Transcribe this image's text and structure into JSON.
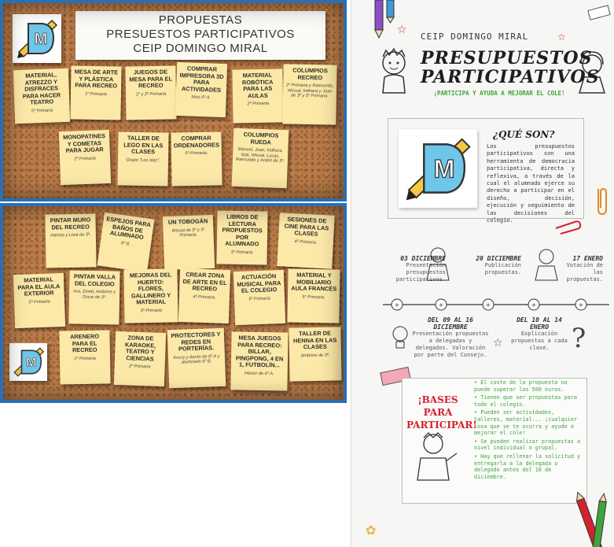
{
  "board1": {
    "title_lines": [
      "PROPUESTAS",
      "PRESUESTOS PARTICIPATIVOS",
      "CEIP DOMINGO MIRAL"
    ],
    "logo_letter": "M",
    "notes": [
      {
        "title": "MATERIAL, ATREZZO Y DISFRACES PARA HACER TEATRO",
        "sub": "5º Primaria"
      },
      {
        "title": "MESA DE ARTE Y PLÁSTICA PARA RECREO",
        "sub": "1º Primaria"
      },
      {
        "title": "JUEGOS DE MESA PARA EL RECREO",
        "sub": "1º y 2º Primaria"
      },
      {
        "title": "COMPRAR IMPRESORA 3D PARA ACTIVIDADES",
        "sub": "Nico 6º A."
      },
      {
        "title": "MATERIAL ROBÓTICA PARA LAS AULAS",
        "sub": "2º Primaria"
      },
      {
        "title": "COLUMPIOS RECREO",
        "sub": "2º Primaria y Raimundo, Wissal, Indhara y Joan de 3º y 5º Primaria."
      },
      {
        "title": "MONOPATINES Y COMETAS PARA JUGAR",
        "sub": "2º Primaria"
      },
      {
        "title": "TALLER DE LEGO EN LAS CLASES",
        "sub": "Grupo \"Los olas\"."
      },
      {
        "title": "COMPRAR ORDENADORES",
        "sub": "5º Primaria."
      },
      {
        "title": "COLUMPIOS RUEDA",
        "sub": "Manuel, Joan, Indhora, Noti, Wissal, Lucas, Raimundo y André de 3º."
      }
    ]
  },
  "board2": {
    "logo_letter": "M",
    "notes": [
      {
        "title": "PINTAR MURO DEL RECREO",
        "sub": "Hamza y Livia de 3º."
      },
      {
        "title": "ESPEJOS PARA BAÑOS DE ALUMNADO",
        "sub": "6º B."
      },
      {
        "title": "UN TOBOGÁN",
        "sub": "Wissal de 3º y 5º Primaria."
      },
      {
        "title": "LIBROS DE LECTURA PROPUESTOS POR ALUMNADO",
        "sub": "5º Primaria"
      },
      {
        "title": "SESIONES DE CINE PARA LAS CLASES",
        "sub": "4º Primaria."
      },
      {
        "title": "MATERIAL PARA EL AULA EXTERIOR",
        "sub": "5º Primaria"
      },
      {
        "title": "PINTAR VALLA DEL COLEGIO",
        "sub": "Ara, Zineb, Ambrine y Óscar de 3º."
      },
      {
        "title": "MEJORAS DEL HUERTO: FLORES, GALLINERO Y MATERIAL",
        "sub": "5º Primaria"
      },
      {
        "title": "CREAR ZONA DE ARTE EN EL RECREO",
        "sub": "4º Primaria."
      },
      {
        "title": "ACTUACIÓN MUSICAL PARA EL COLEGIO",
        "sub": "5º Primaria"
      },
      {
        "title": "MATERIAL Y MOBILIARIO AULA FRANCÉS",
        "sub": "5º Primaria."
      },
      {
        "title": "ARENERO PARA EL RECREO",
        "sub": "1º Primaria"
      },
      {
        "title": "ZONA DE KARAOKE, TEATRO Y CIENCIAS",
        "sub": "2º Primaria"
      },
      {
        "title": "PROTECTORES Y REDES EN PORTERÍAS.",
        "sub": "Koury y Aarón de 6º A y alumnado 6º B."
      },
      {
        "title": "MESA JUEGOS PARA RECREO: BILLAR, PINGPONG, 4 EN 1, FUTBOLÍN...",
        "sub": "Héctor de 6º A."
      },
      {
        "title": "TALLER DE HENNA EN LAS CLASES",
        "sub": "Ambrine de 3º."
      }
    ]
  },
  "infographic": {
    "school": "CEIP DOMINGO MIRAL",
    "title_line1": "PRESUPUESTOS",
    "title_line2": "PARTICIPATIVOS",
    "subtitle": "¡PARTICIPA Y AYUDA A MEJORAR EL COLE!",
    "logo_letter": "M",
    "what_heading": "¿QUÉ SON?",
    "what_text": "Los presupuestos participativos son una herramienta de democracia participativa, directa y reflexiva, a través de la cual el alumnado ejerce su derecho a participar en el diseño, decisión, ejecución y seguimiento de las decisiones del colegio.",
    "timeline": [
      {
        "date": "03 DICIEMBRE",
        "text": "Presentación presupuestos participativos."
      },
      {
        "date": "20 DICIEMBRE",
        "text": "Publicación propuestas."
      },
      {
        "date": "17 ENERO",
        "text": "Votación de las propuestas."
      },
      {
        "date": "DEL 09 AL 16 DICIEMBRE",
        "text": "Presentación propuestas a delegadas y delegados. Valoración por parte del Consejo."
      },
      {
        "date": "DEL 10 AL 14 ENERO",
        "text": "Explicación propuestas a cada clase."
      }
    ],
    "bases_heading": "¡BASES PARA PARTICIPAR!",
    "bases": [
      "El coste de la propuesta no puede superar los 500 euros.",
      "Tienen que ser propuestas para todo el colegio.",
      "Pueden ser actividades, talleres, material... ¡cualquier cosa que se te ocurra y ayude a mejorar el cole!",
      "Se pueden realizar propuestas a nivel individual o grupal.",
      "Hay que rellenar la solicitud y entregarla a la delegada o delegado antes del 16 de diciembre."
    ],
    "colors": {
      "accent_red": "#d0232e",
      "accent_green": "#3fa53a",
      "board_frame": "#2a6fb3",
      "note": "#fce9a8"
    }
  }
}
